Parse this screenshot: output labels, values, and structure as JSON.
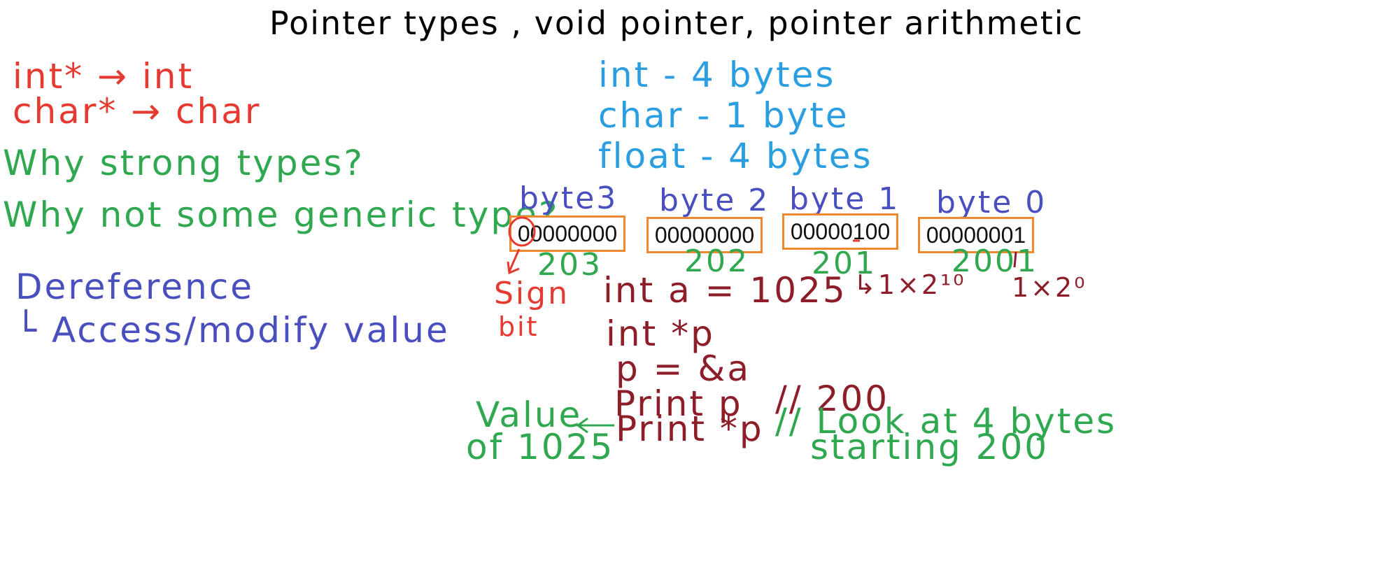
{
  "title": "Pointer types , void pointer, pointer arithmetic",
  "left": {
    "line1": "int* → int",
    "line2": "char* → char",
    "q1": "Why strong types?",
    "q2": "Why not some generic type?",
    "deref": "Dereference",
    "deref_sub": "└ Access/modify value"
  },
  "sizes": {
    "int": "int - 4 bytes",
    "char": "char - 1 byte",
    "float": "float - 4 bytes"
  },
  "memory": {
    "bytes": [
      {
        "label": "byte3",
        "bits": "00000000",
        "addr": "203"
      },
      {
        "label": "byte 2",
        "bits": "00000000",
        "addr": "202"
      },
      {
        "label": "byte 1",
        "bits": "00000100",
        "addr": "201"
      },
      {
        "label": "byte 0",
        "bits": "00000001",
        "addr": "2001"
      }
    ],
    "sign_label_1": "Sign",
    "sign_label_2": "bit",
    "power10": "↳1×2¹⁰",
    "power0": "1×2⁰"
  },
  "code": {
    "decl": "int a = 1025",
    "ptr": "int *p",
    "assign": "p = &a",
    "print_p": "Print p",
    "print_p_comment": "// 200",
    "print_deref": "Print *p",
    "print_deref_comment": "// Look at 4 bytes",
    "print_deref_comment2": "starting 200"
  },
  "value_note": {
    "line1": "Value",
    "line2": "of 1025"
  },
  "colors": {
    "red": "#e63a30",
    "green": "#2fa84f",
    "blue": "#4a4fbf",
    "cyan": "#2a9ee0",
    "maroon": "#8e1d2a",
    "box_border": "#f0892d"
  }
}
